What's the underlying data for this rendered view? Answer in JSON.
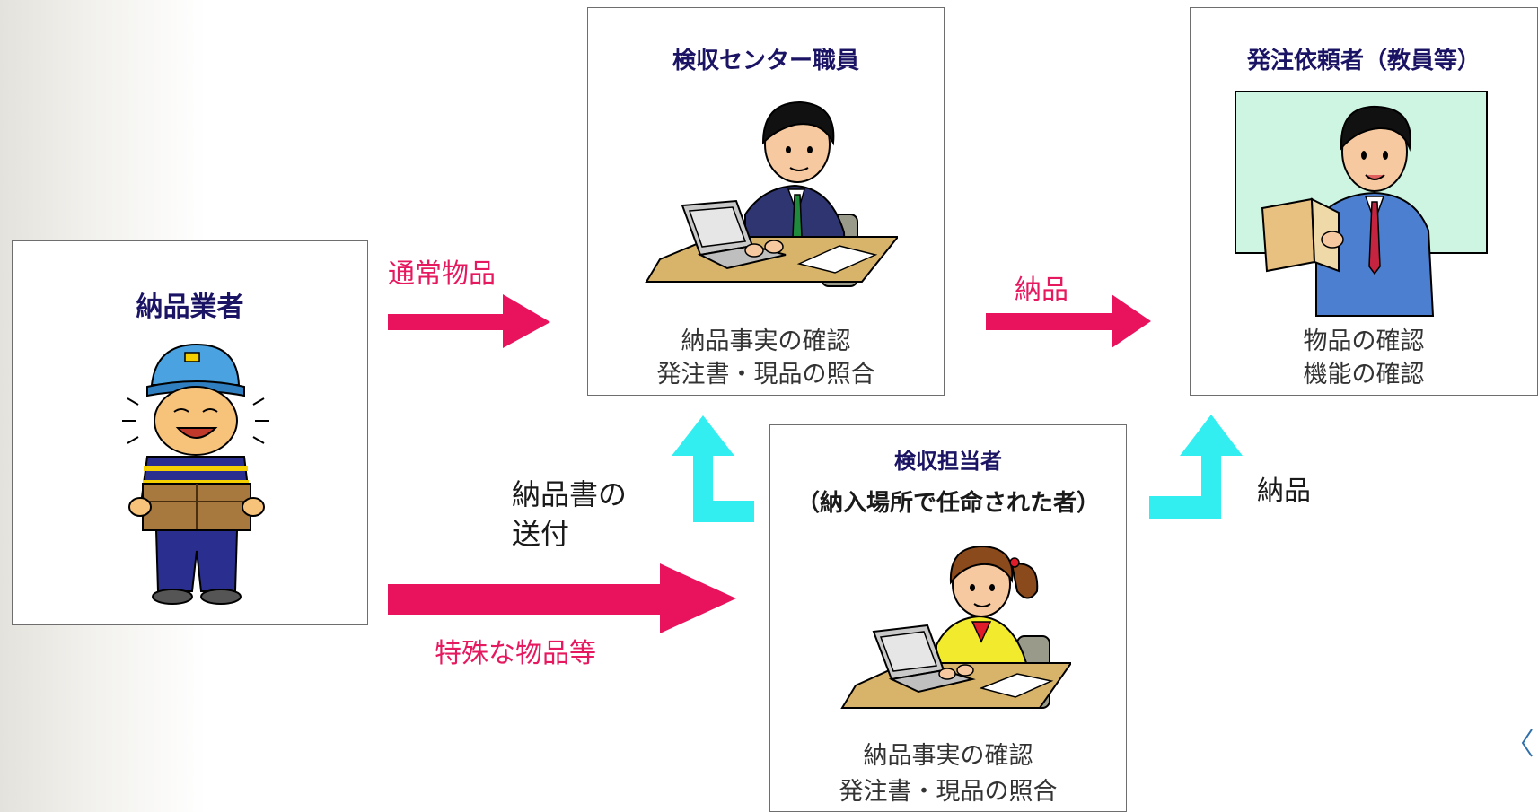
{
  "vendor": {
    "title": "納品業者"
  },
  "center_staff": {
    "title": "検収センター職員",
    "captions": [
      "納品事実の確認",
      "発注書・現品の照合"
    ]
  },
  "requester": {
    "title": "発注依頼者（教員等）",
    "captions": [
      "物品の確認",
      "機能の確認"
    ]
  },
  "inspector": {
    "title": "検収担当者",
    "subtitle": "（納入場所で任命された者）",
    "captions": [
      "納品事実の確認",
      "発注書・現品の照合"
    ]
  },
  "arrows": {
    "normal_goods": "通常物品",
    "special_goods": "特殊な物品等",
    "delivery_top": "納品",
    "delivery_bottom": "納品",
    "slip_sending_line1": "納品書の",
    "slip_sending_line2": "送付"
  },
  "colors": {
    "arrow_pink": "#e8135c",
    "arrow_cyan": "#33eef0",
    "title_navy": "#1a1a1a"
  }
}
